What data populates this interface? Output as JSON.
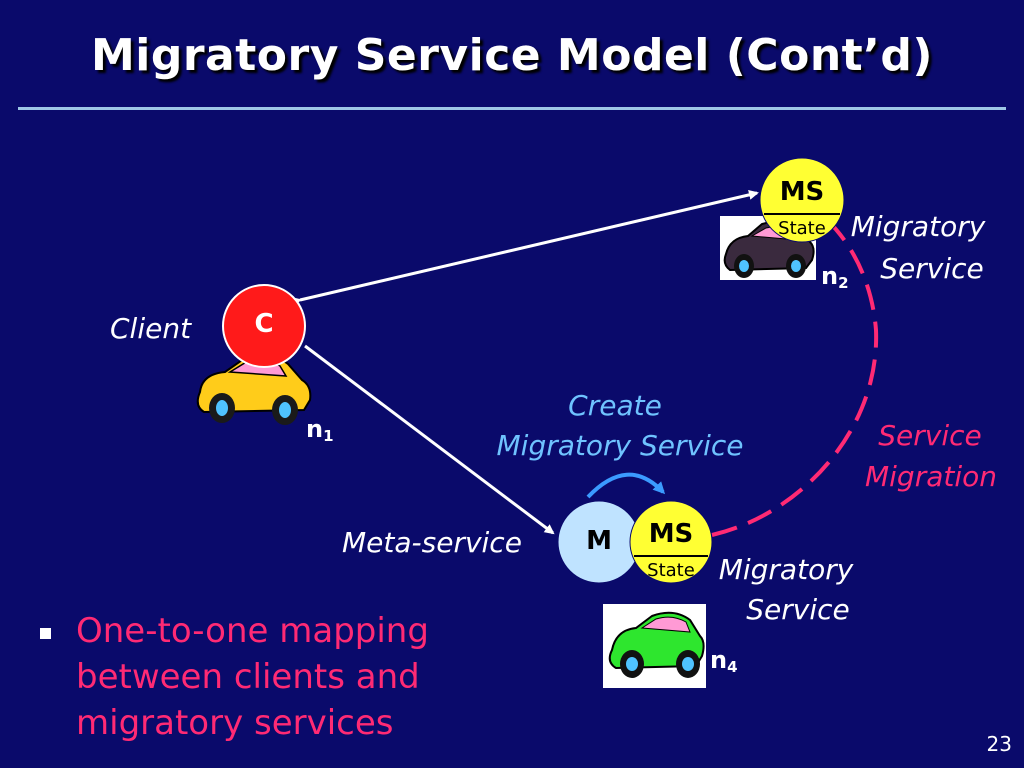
{
  "slide": {
    "title": "Migratory Service Model (Cont’d)",
    "page_number": "23"
  },
  "diagram": {
    "client": {
      "label": "Client",
      "circle": "C",
      "node_prefix": "n",
      "node_sub": "1"
    },
    "meta_service": {
      "label": "Meta-service",
      "circle": "M",
      "node_prefix": "n",
      "node_sub": "4"
    },
    "ms_top": {
      "circle": "MS",
      "state": "State",
      "label_line1": "Migratory",
      "label_line2": "Service",
      "node_prefix": "n",
      "node_sub": "2"
    },
    "ms_bottom": {
      "circle": "MS",
      "state": "State",
      "label_line1": "Migratory",
      "label_line2": "Service"
    },
    "create_label_line1": "Create",
    "create_label_line2": "Migratory Service",
    "migration_label_line1": "Service",
    "migration_label_line2": "Migration",
    "colors": {
      "background": "#0a0a6b",
      "client_circle": "#ff1a1a",
      "meta_circle": "#bfe3ff",
      "ms_circle": "#ffff33",
      "migration_arrow": "#ff2a74",
      "create_label": "#6fc3ff",
      "car_yellow": "#ffcc1a",
      "car_dark": "#3a2a3e",
      "car_green": "#2ee62e"
    }
  },
  "bullets": [
    "One-to-one mapping between clients and migratory services"
  ]
}
